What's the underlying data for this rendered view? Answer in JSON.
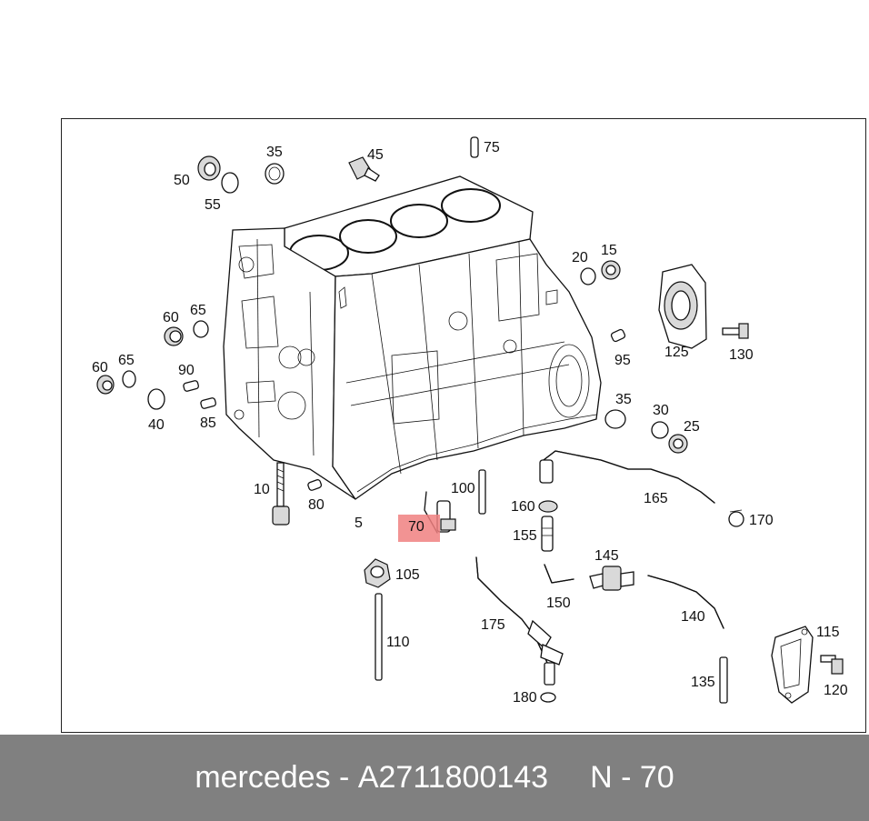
{
  "footer": {
    "brand": "mercedes",
    "separator": "-",
    "part_number": "A2711800143",
    "position": "N - 70"
  },
  "highlight": {
    "label": "70",
    "color": "#f08080"
  },
  "callouts": [
    "35",
    "45",
    "75",
    "50",
    "55",
    "20",
    "15",
    "60",
    "65",
    "125",
    "130",
    "60",
    "65",
    "90",
    "95",
    "40",
    "85",
    "35",
    "30",
    "25",
    "10",
    "80",
    "100",
    "165",
    "160",
    "170",
    "5",
    "70",
    "155",
    "105",
    "145",
    "150",
    "175",
    "140",
    "115",
    "110",
    "135",
    "120",
    "180"
  ],
  "colors": {
    "footer_bg": "#808080",
    "footer_text": "#ffffff",
    "frame": "#222222"
  }
}
